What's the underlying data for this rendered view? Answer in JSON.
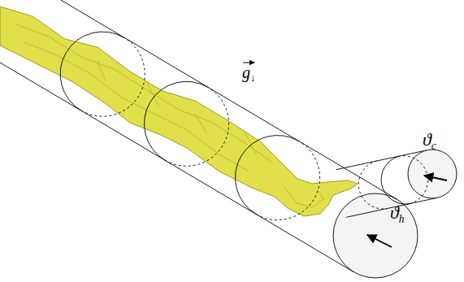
{
  "diagram": {
    "labels": [
      "g↓",
      "ϑh",
      "ϑc"
    ]
  }
}
